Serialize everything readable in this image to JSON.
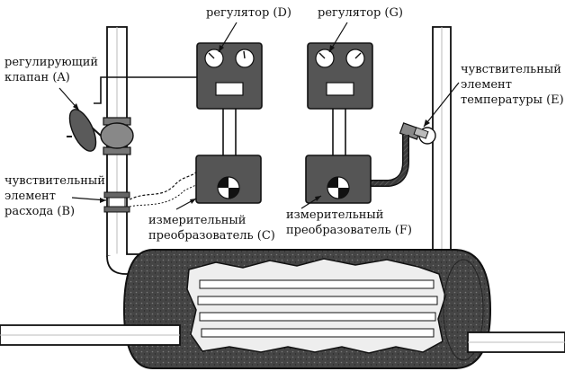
{
  "labels": {
    "controller_d": "регулятор (D)",
    "controller_g": "регулятор (G)",
    "valve_a_line1": "регулирующий",
    "valve_a_line2": "клапан (A)",
    "flow_b_line1": "чувствительный",
    "flow_b_line2": "элемент",
    "flow_b_line3": "расхода (B)",
    "temp_e_line1": "чувствительный",
    "temp_e_line2": "элемент",
    "temp_e_line3": "температуры (E)",
    "transducer_c_line1": "измерительный",
    "transducer_c_line2": "преобразователь (C)",
    "transducer_f_line1": "измерительный",
    "transducer_f_line2": "преобразователь (F)"
  },
  "colors": {
    "box_fill": "#555555",
    "line": "#111111",
    "tank_fill": "#4a4a4a",
    "pipe_fill": "#ffffff"
  }
}
